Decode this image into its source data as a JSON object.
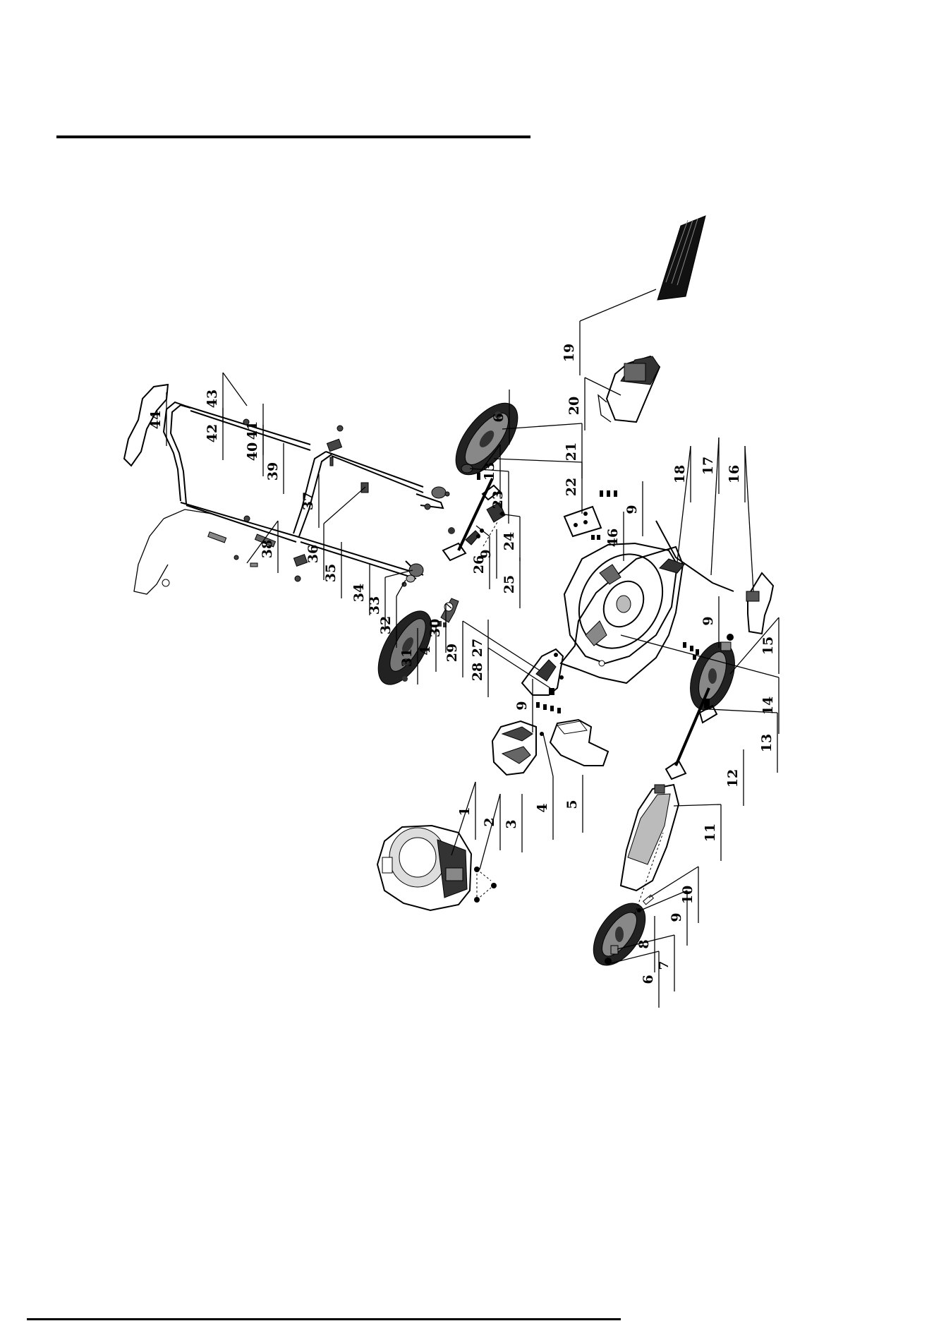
{
  "diagram": {
    "parts": [
      {
        "id": "p1",
        "number": "1"
      },
      {
        "id": "p2",
        "number": "2"
      },
      {
        "id": "p3",
        "number": "3"
      },
      {
        "id": "p4a",
        "number": "4"
      },
      {
        "id": "p5",
        "number": "5"
      },
      {
        "id": "p6a",
        "number": "6"
      },
      {
        "id": "p7",
        "number": "7"
      },
      {
        "id": "p8",
        "number": "8"
      },
      {
        "id": "p9a",
        "number": "9"
      },
      {
        "id": "p10",
        "number": "10"
      },
      {
        "id": "p11",
        "number": "11"
      },
      {
        "id": "p12",
        "number": "12"
      },
      {
        "id": "p13a",
        "number": "13"
      },
      {
        "id": "p14",
        "number": "14"
      },
      {
        "id": "p15",
        "number": "15"
      },
      {
        "id": "p16",
        "number": "16"
      },
      {
        "id": "p17",
        "number": "17"
      },
      {
        "id": "p18",
        "number": "18"
      },
      {
        "id": "p19",
        "number": "19"
      },
      {
        "id": "p20",
        "number": "20"
      },
      {
        "id": "p21",
        "number": "21"
      },
      {
        "id": "p22",
        "number": "22"
      },
      {
        "id": "p23",
        "number": "23"
      },
      {
        "id": "p24",
        "number": "24"
      },
      {
        "id": "p25",
        "number": "25"
      },
      {
        "id": "p26",
        "number": "26"
      },
      {
        "id": "p27",
        "number": "27"
      },
      {
        "id": "p28",
        "number": "28"
      },
      {
        "id": "p29",
        "number": "29"
      },
      {
        "id": "p30",
        "number": "30"
      },
      {
        "id": "p31",
        "number": "31"
      },
      {
        "id": "p32",
        "number": "32"
      },
      {
        "id": "p33",
        "number": "33"
      },
      {
        "id": "p34",
        "number": "34"
      },
      {
        "id": "p35",
        "number": "35"
      },
      {
        "id": "p36",
        "number": "36"
      },
      {
        "id": "p37",
        "number": "37"
      },
      {
        "id": "p38",
        "number": "38"
      },
      {
        "id": "p39",
        "number": "39"
      },
      {
        "id": "p40",
        "number": "40"
      },
      {
        "id": "p41",
        "number": "41"
      },
      {
        "id": "p42",
        "number": "42"
      },
      {
        "id": "p43",
        "number": "43"
      },
      {
        "id": "p44",
        "number": "44"
      },
      {
        "id": "p46",
        "number": "46"
      },
      {
        "id": "p6b",
        "number": "6"
      },
      {
        "id": "p9b",
        "number": "9"
      },
      {
        "id": "p9c",
        "number": "9"
      },
      {
        "id": "p9d",
        "number": "9"
      },
      {
        "id": "p9e",
        "number": "9"
      },
      {
        "id": "p13b",
        "number": "13"
      },
      {
        "id": "p4b",
        "number": "4"
      }
    ]
  }
}
